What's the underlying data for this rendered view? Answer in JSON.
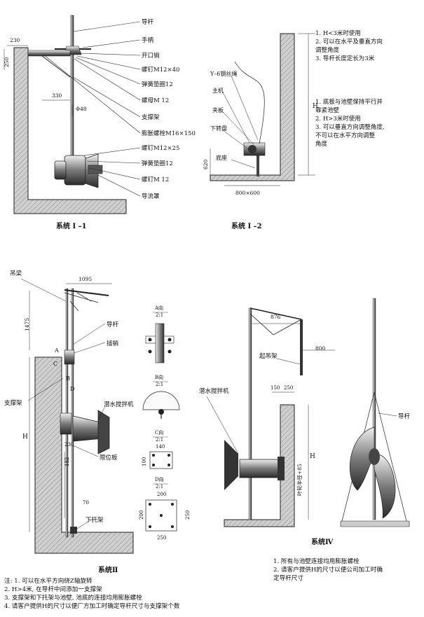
{
  "callouts1": [
    "导杆",
    "手柄",
    "开口销",
    "螺钉M12×40",
    "弹簧垫圈12",
    "螺母M 12",
    "支撑架",
    "膨胀螺栓M16×150",
    "螺钉M12×25",
    "弹簧垫圈12",
    "螺钉M 12",
    "导流罩"
  ],
  "dims1": {
    "d230": "230",
    "d250": "250",
    "d330": "330",
    "phi": "Φ48"
  },
  "caption1": "系统 I –1",
  "notes1": [
    "1. H<3米时使用",
    "2. 可以在水平及垂直方向",
    "   调整角度",
    "3. 导杆长度定长为3米"
  ],
  "labels2": [
    "Y–6钢丝绳",
    "主机",
    "夹板",
    "下转盘",
    "底座"
  ],
  "dims2": {
    "d620": "620",
    "dH": "H",
    "d800": "800×600"
  },
  "caption2": "系统 I –2",
  "notes2": [
    "1. 底板与池壁保持平行并",
    "   靠紧池壁",
    "2. H>3米时使用",
    "3. 可以垂直方向调整角度,",
    "   不可以在水平方向调整",
    "   角度"
  ],
  "labels3": {
    "beam": "吊梁",
    "rod": "导杆",
    "pin": "插销",
    "support": "支撑架",
    "mixer": "潜水搅拌机",
    "limit": "限位板",
    "bracket": "下托架",
    "A": "A",
    "B": "B",
    "C": "C",
    "D": "D"
  },
  "dims3": {
    "d1095": "1095",
    "d1475": "1475",
    "dH": "H",
    "d230": "230",
    "d182": "182",
    "d70": "70"
  },
  "views3": {
    "A": {
      "title": "A向",
      "scale": "2:1"
    },
    "B": {
      "title": "B向",
      "scale": "2:1"
    },
    "C": {
      "title": "C向",
      "scale": "2:1",
      "w": "140",
      "h": "100"
    },
    "D": {
      "title": "D向",
      "scale": "2:1",
      "w1": "200",
      "w2": "250",
      "h1": "200",
      "h2": "250"
    }
  },
  "caption3": "系统Ⅱ",
  "labels4": {
    "frame": "起吊架",
    "mixer": "潜水搅拌机",
    "rod": "导杆"
  },
  "dims4": {
    "d876": "876",
    "d800": "800",
    "d150": "150",
    "d250": "250",
    "dH": "H",
    "radius": "叶轮半径+85"
  },
  "caption4": "系统Ⅳ",
  "notes_bottom_left": [
    "注: 1. 可以在水平方向绕Z轴旋转",
    "    2. H>4米, 在导杆中间添加一支撑架",
    "    3. 支撑架和下托架与池壁, 池底的连接均用膨胀螺栓",
    "    4. 请客户提供H的尺寸以便厂方加工时确定导杆尺寸与支撑架个数"
  ],
  "notes_bottom_right": [
    "1. 所有与池壁连接均用膨胀螺栓",
    "2. 请客户提供H的尺寸以便公司加工时确",
    "   定导杆尺寸"
  ]
}
